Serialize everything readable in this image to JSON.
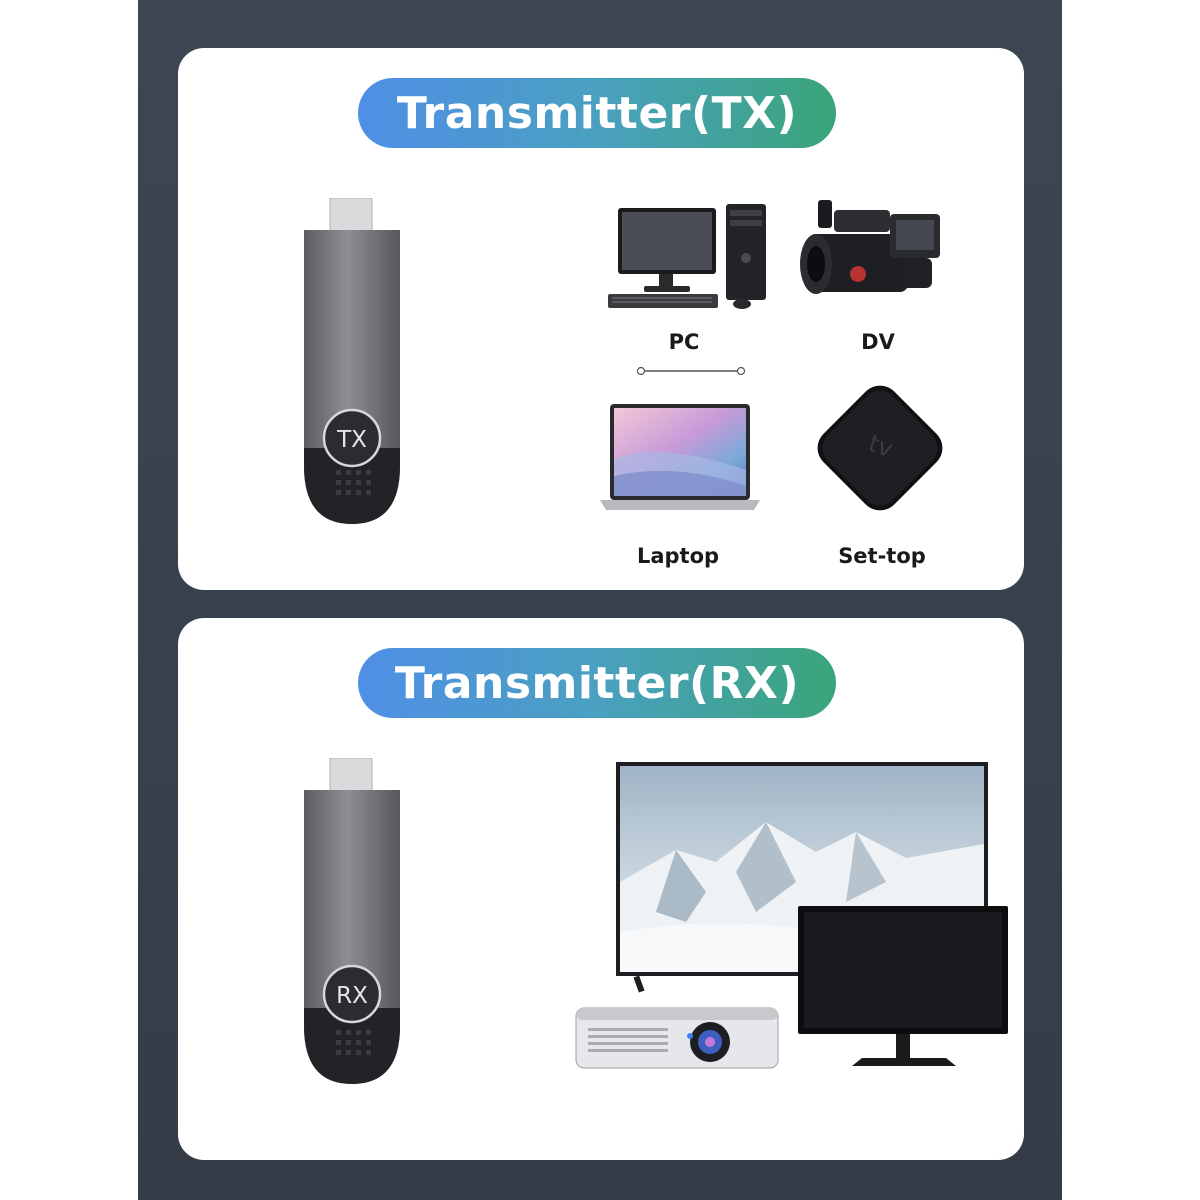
{
  "tx_panel": {
    "title": "Transmitter(TX)",
    "dongle_badge": "TX",
    "devices": [
      {
        "label": "PC",
        "icon": "pc-icon"
      },
      {
        "label": "DV",
        "icon": "camcorder-icon"
      },
      {
        "label": "Laptop",
        "icon": "laptop-icon"
      },
      {
        "label": "Set-top",
        "icon": "settop-box-icon"
      }
    ]
  },
  "rx_panel": {
    "title": "Transmitter(RX)",
    "dongle_badge": "RX",
    "devices": [
      {
        "icon": "tv-icon"
      },
      {
        "icon": "monitor-icon"
      },
      {
        "icon": "projector-icon"
      }
    ]
  },
  "colors": {
    "background": "#3e4654",
    "pill_gradient_start": "#4f8fe6",
    "pill_gradient_end": "#3aa57a",
    "card": "#ffffff"
  }
}
